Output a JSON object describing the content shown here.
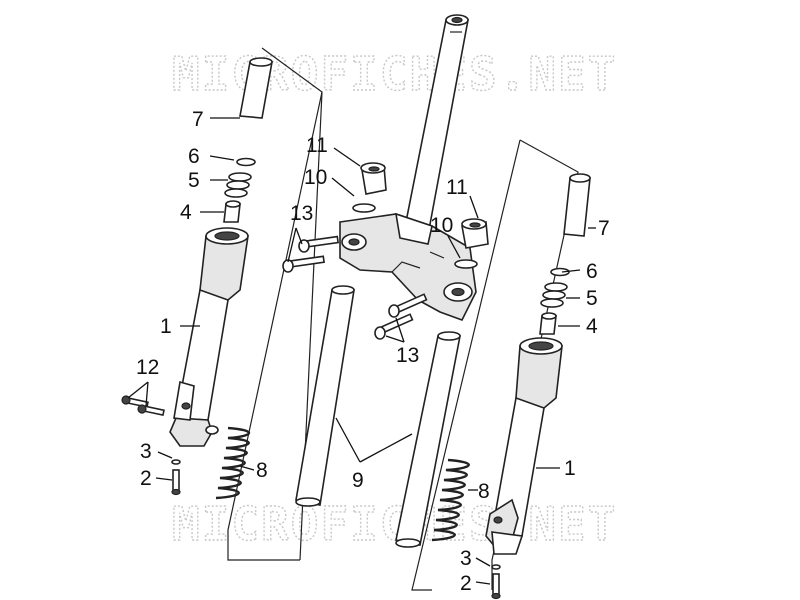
{
  "watermark": {
    "text_top": "MICROFICHES.NET",
    "text_bottom": "MICROFICHES.NET"
  },
  "callouts": {
    "left_7": "7",
    "left_6": "6",
    "left_5": "5",
    "left_4": "4",
    "left_1": "1",
    "left_12": "12",
    "left_3": "3",
    "left_2": "2",
    "left_8": "8",
    "center_11a": "11",
    "center_10a": "10",
    "center_13a": "13",
    "center_9": "9",
    "center_11b": "11",
    "center_10b": "10",
    "center_13b": "13",
    "right_7": "7",
    "right_6": "6",
    "right_5": "5",
    "right_4": "4",
    "right_1": "1",
    "right_8": "8",
    "right_3": "3",
    "right_2": "2"
  },
  "colors": {
    "line": "#222222",
    "watermark": "#c8c8c8",
    "background": "#ffffff"
  }
}
